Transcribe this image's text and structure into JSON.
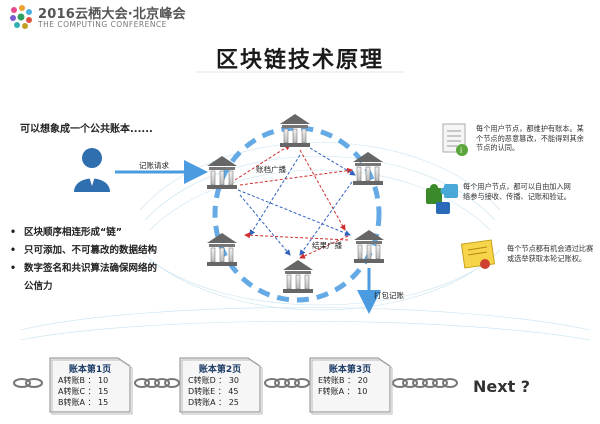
{
  "header": {
    "conference_title": "2016云栖大会·北京峰会",
    "conference_subtitle": "THE COMPUTING CONFERENCE"
  },
  "slide_title": "区块链技术原理",
  "lead_text": "可以想象成一个公共账本......",
  "bullets": [
    "区块顺序相连形成“链”",
    "只可添加、不可篡改的数据结构",
    "数字签名和共识算法确保网络的",
    "公信力"
  ],
  "diagram_labels": {
    "record_request": "记账请求",
    "ledger_broadcast": "账档广播",
    "result_broadcast": "结果广播",
    "pack_record": "打包记账"
  },
  "notes": [
    "每个用户节点，都维护有账本。某个节点的恶意篡改，不能得到其余节点的认同。",
    "每个用户节点，都可以自由加入网络参与接收、传播、记账和验证。",
    "每个节点都有机会通过比赛或选举获取本轮记账权。"
  ],
  "ledgers": [
    {
      "title": "账本第1页",
      "lines": [
        "A转账B ： 10",
        "A转账C ： 15",
        "B转账A ： 15"
      ]
    },
    {
      "title": "账本第2页",
      "lines": [
        "C转账D ： 30",
        "D转账E ： 45",
        "D转账A ： 25"
      ]
    },
    {
      "title": "账本第3页",
      "lines": [
        "E转账B ： 20",
        "F转账A ： 10",
        ""
      ]
    }
  ],
  "next_label": "Next ?",
  "colors": {
    "ring": "#4a9be0",
    "arrow_red": "#d03030",
    "arrow_blue": "#3060c0",
    "bank": "#555555",
    "ledger_bg": "#f4f4f4"
  }
}
